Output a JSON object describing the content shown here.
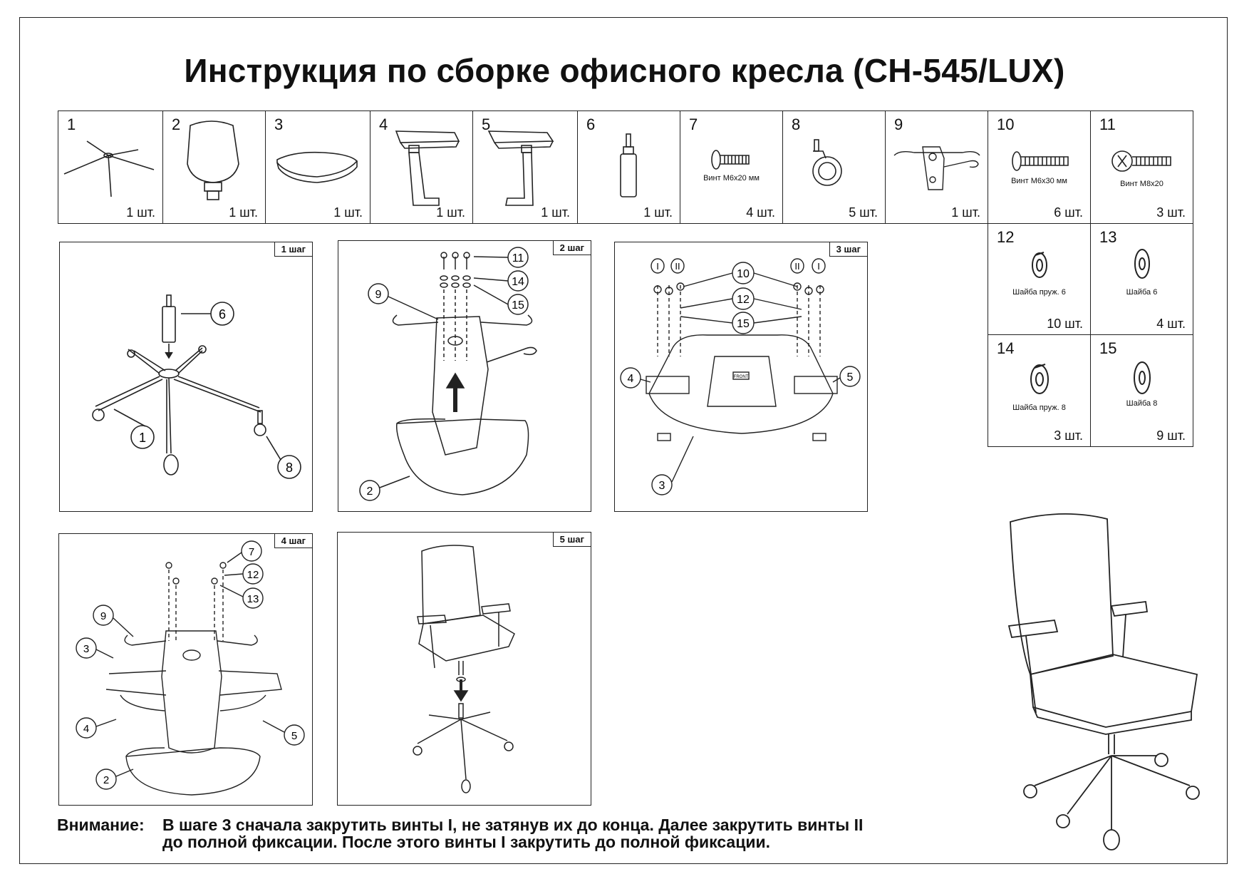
{
  "title": "Инструкция по сборке офисного кресла (CH-545/LUX)",
  "parts": [
    {
      "num": "1",
      "qty": "1 шт.",
      "caption": "",
      "icon": "base-icon"
    },
    {
      "num": "2",
      "qty": "1 шт.",
      "caption": "",
      "icon": "backrest-icon"
    },
    {
      "num": "3",
      "qty": "1 шт.",
      "caption": "",
      "icon": "seat-icon"
    },
    {
      "num": "4",
      "qty": "1 шт.",
      "caption": "",
      "icon": "armrest-left-icon"
    },
    {
      "num": "5",
      "qty": "1 шт.",
      "caption": "",
      "icon": "armrest-right-icon"
    },
    {
      "num": "6",
      "qty": "1 шт.",
      "caption": "",
      "icon": "gas-lift-icon"
    },
    {
      "num": "7",
      "qty": "4 шт.",
      "caption": "Винт М6х20 мм",
      "icon": "screw-icon"
    },
    {
      "num": "8",
      "qty": "5 шт.",
      "caption": "",
      "icon": "caster-icon"
    },
    {
      "num": "9",
      "qty": "1 шт.",
      "caption": "",
      "icon": "mechanism-icon"
    },
    {
      "num": "10",
      "qty": "6 шт.",
      "caption": "Винт М6х30 мм",
      "icon": "screw-icon"
    },
    {
      "num": "11",
      "qty": "3 шт.",
      "caption": "Винт М8х20",
      "icon": "screw-icon"
    }
  ],
  "washers": [
    {
      "num": "12",
      "qty": "10 шт.",
      "caption": "Шайба пруж. 6",
      "icon": "spring-washer-icon"
    },
    {
      "num": "13",
      "qty": "4 шт.",
      "caption": "Шайба 6",
      "icon": "flat-washer-icon"
    },
    {
      "num": "14",
      "qty": "3 шт.",
      "caption": "Шайба пруж. 8",
      "icon": "spring-washer-icon"
    },
    {
      "num": "15",
      "qty": "9 шт.",
      "caption": "Шайба 8",
      "icon": "flat-washer-icon"
    }
  ],
  "steps": [
    {
      "tag": "1 шаг",
      "callouts": [
        "6",
        "1",
        "8"
      ]
    },
    {
      "tag": "2 шаг",
      "callouts": [
        "11",
        "14",
        "15",
        "9",
        "2"
      ]
    },
    {
      "tag": "3 шаг",
      "callouts": [
        "I",
        "II",
        "10",
        "II",
        "I",
        "12",
        "15",
        "4",
        "5",
        "3"
      ],
      "label_front": "FRONT"
    },
    {
      "tag": "4 шаг",
      "callouts": [
        "7",
        "12",
        "13",
        "9",
        "3",
        "4",
        "5",
        "2"
      ]
    },
    {
      "tag": "5 шаг",
      "callouts": []
    }
  ],
  "note": {
    "label": "Внимание:",
    "line1": "В шаге 3 сначала закрутить винты I, не затянув их до конца. Далее закрутить винты II",
    "line2": "до полной фиксации. После этого винты I закрутить до полной фиксации."
  }
}
